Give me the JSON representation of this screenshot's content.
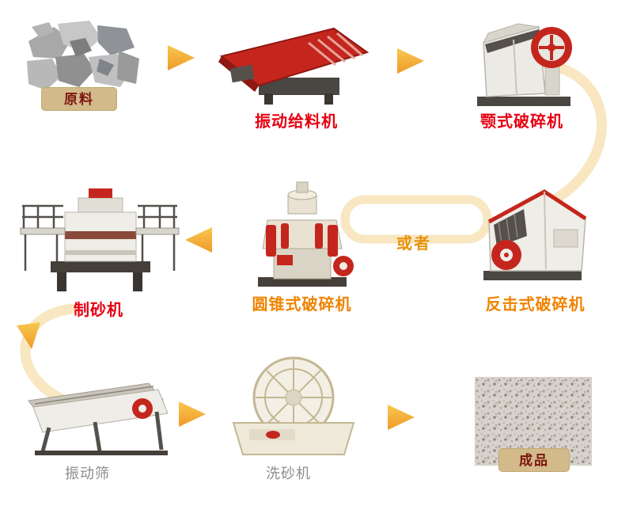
{
  "diagram": {
    "type": "process-flow",
    "subject": "sand-making production line",
    "background": "#FFFFFF"
  },
  "nodes": {
    "raw_material": {
      "label": "原料"
    },
    "vibrating_feeder": {
      "label": "振动给料机"
    },
    "jaw_crusher": {
      "label": "颚式破碎机"
    },
    "impact_crusher": {
      "label": "反击式破碎机"
    },
    "cone_crusher": {
      "label": "圆锥式破碎机"
    },
    "sand_maker": {
      "label": "制砂机"
    },
    "vibrating_screen": {
      "label": "振动筛"
    },
    "sand_washer": {
      "label": "洗砂机"
    },
    "finished_product": {
      "label": "成品"
    }
  },
  "connectors": {
    "or_label": "或者"
  },
  "flow": {
    "sequence": [
      "raw_material",
      "vibrating_feeder",
      "jaw_crusher",
      "impact_crusher|cone_crusher",
      "sand_maker",
      "vibrating_screen",
      "sand_washer",
      "finished_product"
    ]
  },
  "colors": {
    "flow_line": "#F8E7C1",
    "arrow_top": "#F8C84F",
    "arrow_bottom": "#EF9A2A",
    "label_red": "#E60012",
    "label_orange": "#F08300",
    "label_gray": "#8C8C8C",
    "or_text": "#E8920B",
    "badge_bg": "#D2BA8A",
    "badge_text": "#7B150E",
    "machine_red": "#C4261D",
    "machine_body": "#EFEDE7"
  }
}
